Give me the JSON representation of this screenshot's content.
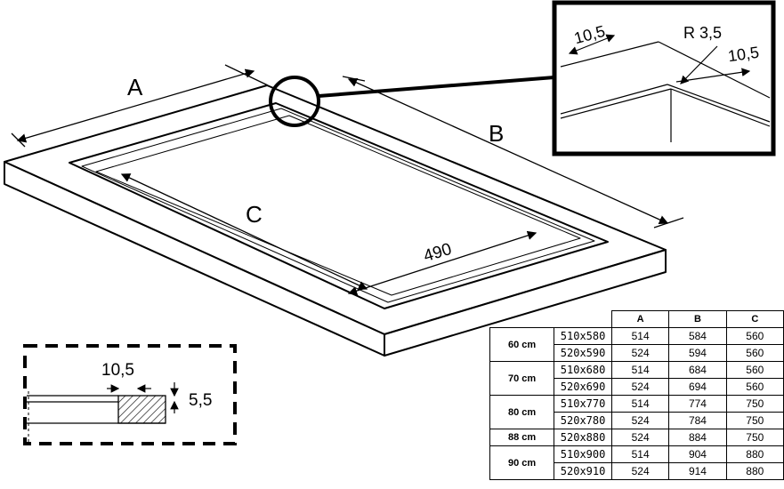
{
  "diagram": {
    "labels": {
      "a": "A",
      "b": "B",
      "c": "C",
      "dim_490": "490",
      "detail_10_5_left": "10,5",
      "detail_radius": "R 3,5",
      "detail_10_5_right": "10,5",
      "section_10_5": "10,5",
      "section_5_5": "5,5"
    }
  },
  "table": {
    "headers": [
      "A",
      "B",
      "C"
    ],
    "groups": [
      {
        "name": "60 cm",
        "rows": [
          {
            "size": "510x580",
            "a": "514",
            "b": "584",
            "c": "560"
          },
          {
            "size": "520x590",
            "a": "524",
            "b": "594",
            "c": "560"
          }
        ]
      },
      {
        "name": "70 cm",
        "rows": [
          {
            "size": "510x680",
            "a": "514",
            "b": "684",
            "c": "560"
          },
          {
            "size": "520x690",
            "a": "524",
            "b": "694",
            "c": "560"
          }
        ]
      },
      {
        "name": "80 cm",
        "rows": [
          {
            "size": "510x770",
            "a": "514",
            "b": "774",
            "c": "750"
          },
          {
            "size": "520x780",
            "a": "524",
            "b": "784",
            "c": "750"
          }
        ]
      },
      {
        "name": "88 cm",
        "rows": [
          {
            "size": "520x880",
            "a": "524",
            "b": "884",
            "c": "750"
          }
        ]
      },
      {
        "name": "90 cm",
        "rows": [
          {
            "size": "510x900",
            "a": "514",
            "b": "904",
            "c": "880"
          },
          {
            "size": "520x910",
            "a": "524",
            "b": "914",
            "c": "880"
          }
        ]
      }
    ]
  }
}
